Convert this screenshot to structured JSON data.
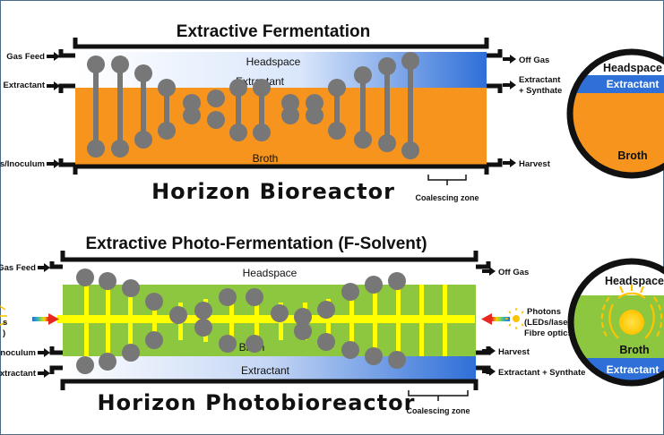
{
  "top": {
    "title": "Extractive Fermentation",
    "logo": "Horizon Bioreactor",
    "zones": {
      "headspace": "Headspace",
      "extractant": "Extractant",
      "broth": "Broth"
    },
    "inlets": [
      "Gas Feed",
      "Extractant",
      "s/Inoculum"
    ],
    "outlets": [
      "Off Gas",
      "Extractant",
      "+ Synthate",
      "Harvest"
    ],
    "coalescing": "Coalescing zone",
    "cross_section": {
      "headspace": "Headspace",
      "extractant": "Extractant",
      "broth": "Broth"
    }
  },
  "bottom": {
    "title": "Extractive Photo-Fermentation (F-Solvent)",
    "logo": "Horizon Photobioreactor",
    "zones": {
      "headspace": "Headspace",
      "broth": "Broth",
      "extractant": "Extractant"
    },
    "inlets": [
      "Gas Feed",
      "Inoculum",
      "Extractant"
    ],
    "left_light_labels": [
      "s",
      ")"
    ],
    "outlets": [
      "Off Gas",
      "Harvest",
      "Extractant + Synthate"
    ],
    "photons_labels": [
      "Photons",
      "(LEDs/lasers",
      "Fibre optics)"
    ],
    "coalescing": "Coalescing zone",
    "cross_section": {
      "headspace": "Headspace",
      "broth": "Broth",
      "extractant": "Extractant"
    }
  },
  "colors": {
    "broth_orange": "#f7941d",
    "broth_green": "#8dc63f",
    "extractant_blue": "#2e6fd8",
    "droplet_grey": "#777777",
    "light_yellow": "#ffff00"
  }
}
